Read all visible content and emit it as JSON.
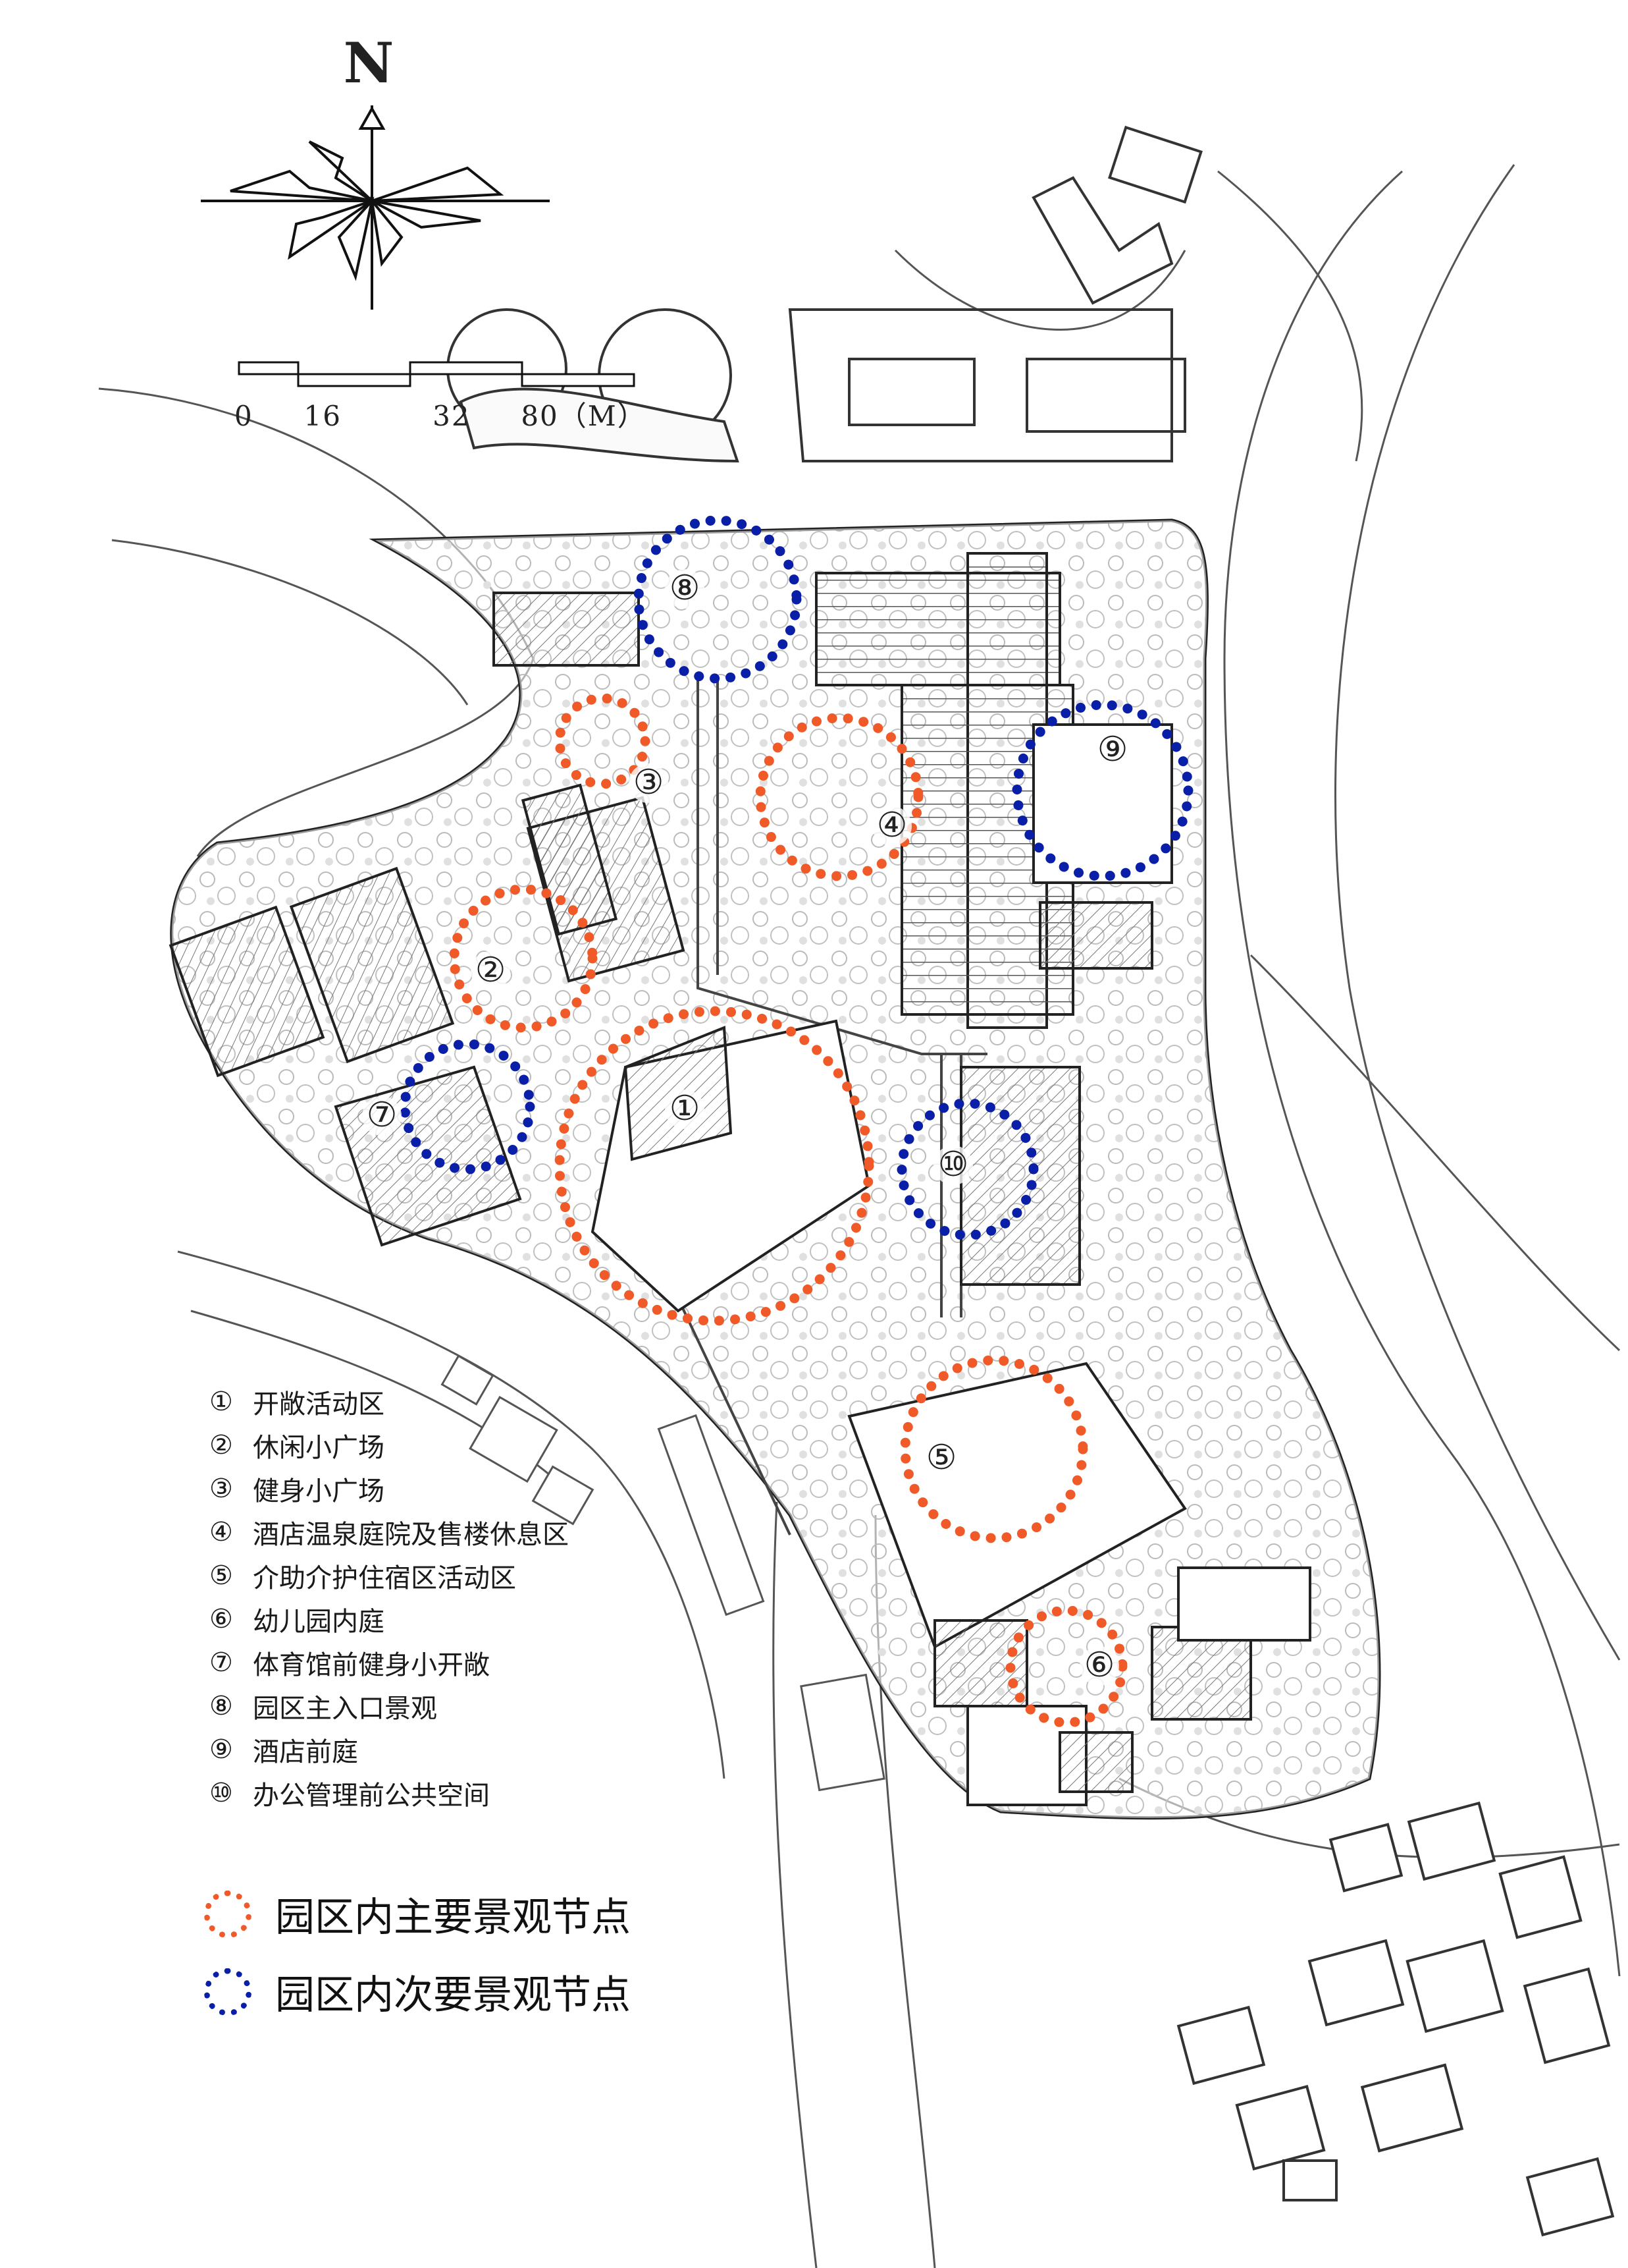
{
  "north": {
    "label": "N"
  },
  "scale_bar": {
    "ticks": [
      "0",
      "16",
      "32",
      "80（M）"
    ]
  },
  "nodes": [
    {
      "num": "①",
      "label": "开敞活动区",
      "type": "major"
    },
    {
      "num": "②",
      "label": "休闲小广场",
      "type": "major"
    },
    {
      "num": "③",
      "label": "健身小广场",
      "type": "major"
    },
    {
      "num": "④",
      "label": "酒店温泉庭院及售楼休息区",
      "type": "major"
    },
    {
      "num": "⑤",
      "label": "介助介护住宿区活动区",
      "type": "major"
    },
    {
      "num": "⑥",
      "label": "幼儿园内庭",
      "type": "major"
    },
    {
      "num": "⑦",
      "label": "体育馆前健身小开敞",
      "type": "minor"
    },
    {
      "num": "⑧",
      "label": "园区主入口景观",
      "type": "minor"
    },
    {
      "num": "⑨",
      "label": "酒店前庭",
      "type": "minor"
    },
    {
      "num": "⑩",
      "label": "办公管理前公共空间",
      "type": "minor"
    }
  ],
  "key": {
    "major_label": "园区内主要景观节点",
    "minor_label": "园区内次要景观节点"
  },
  "colors": {
    "major": "#f05a28",
    "minor": "#0a1fa8",
    "linework": "#2b2b2b",
    "paper": "#ffffff"
  }
}
